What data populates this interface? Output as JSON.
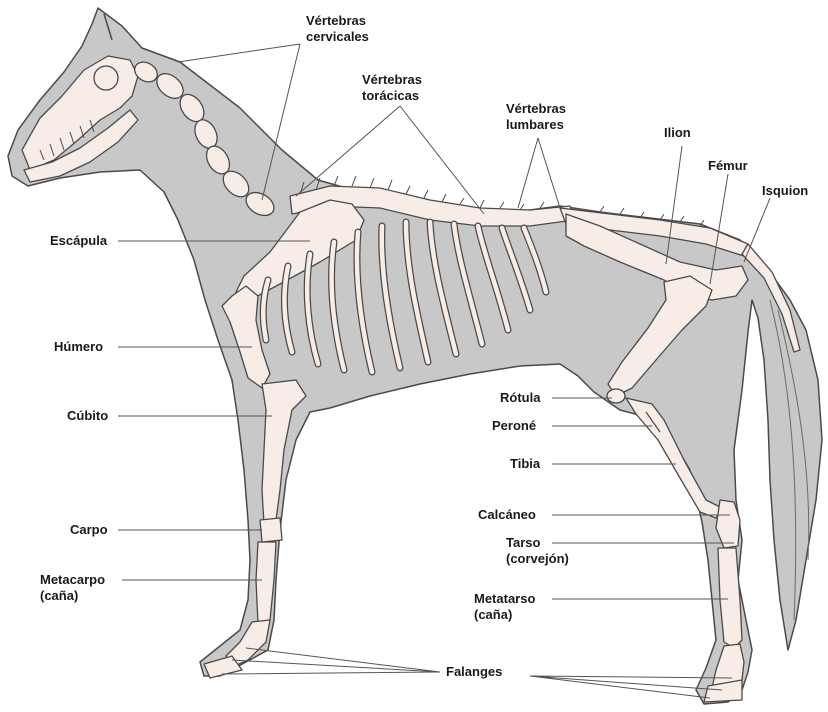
{
  "labels": {
    "vertebras_cervicales": "Vértebras\ncervicales",
    "vertebras_toracicas": "Vértebras\ntorácicas",
    "vertebras_lumbares": "Vértebras\nlumbares",
    "ilion": "Ilion",
    "femur": "Fémur",
    "isquion": "Isquion",
    "escapula": "Escápula",
    "humero": "Húmero",
    "cubito": "Cúbito",
    "carpo": "Carpo",
    "metacarpo": "Metacarpo\n(caña)",
    "rotula": "Rótula",
    "perone": "Peroné",
    "tibia": "Tibia",
    "calcaneo": "Calcáneo",
    "tarso": "Tarso\n(corvejón)",
    "metatarso": "Metatarso\n(caña)",
    "falanges": "Falanges"
  },
  "colors": {
    "body_fill": "#c8c8c8",
    "outline": "#4a4a4a",
    "bone_fill": "#f7ede6",
    "bone_shade": "#e8c9bd",
    "leader_line": "#555555"
  }
}
